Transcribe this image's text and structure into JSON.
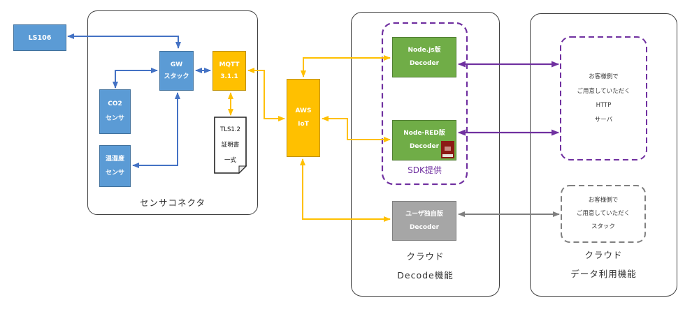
{
  "containers": {
    "sensor_connector": {
      "label": "センサコネクタ"
    },
    "cloud_decode": {
      "labels": [
        "クラウド",
        "Decode機能"
      ]
    },
    "cloud_data_use": {
      "labels": [
        "クラウド",
        "データ利用機能"
      ]
    },
    "sdk": {
      "label": "SDK提供"
    }
  },
  "nodes": {
    "ls106": {
      "label": "LS106"
    },
    "gw_stack": {
      "lines": [
        "GW",
        "スタック"
      ]
    },
    "mqtt": {
      "lines": [
        "MQTT",
        "3.1.1"
      ]
    },
    "co2_sensor": {
      "lines": [
        "CO2",
        "センサ"
      ]
    },
    "temp_humidity_sensor": {
      "lines": [
        "温湿度",
        "センサ"
      ]
    },
    "tls_cert": {
      "lines": [
        "TLS1.2",
        "証明書",
        "一式"
      ]
    },
    "aws_iot": {
      "lines": [
        "AWS",
        "IoT"
      ]
    },
    "nodejs_decoder": {
      "lines": [
        "Node.js版",
        "Decoder"
      ]
    },
    "nodered_decoder": {
      "lines": [
        "Node-RED版",
        "Decoder"
      ],
      "logo_icon": "node-red-logo"
    },
    "user_decoder": {
      "lines": [
        "ユーザ独自版",
        "Decoder"
      ]
    },
    "http_server": {
      "lines": [
        "お客様側で",
        "ご用意していただく",
        "HTTP",
        "サーバ"
      ]
    },
    "customer_stack": {
      "lines": [
        "お客様側で",
        "ご用意していただく",
        "スタック"
      ]
    }
  },
  "colors": {
    "node_blue": "#5B9BD5",
    "node_orange": "#FFC000",
    "node_green": "#70AD47",
    "node_gray": "#A6A6A6",
    "arrow_blue": "#4472C4",
    "arrow_orange": "#FFC000",
    "arrow_purple": "#7030A0",
    "arrow_gray": "#7F7F7F",
    "node_red_logo": "#8B1A14"
  }
}
